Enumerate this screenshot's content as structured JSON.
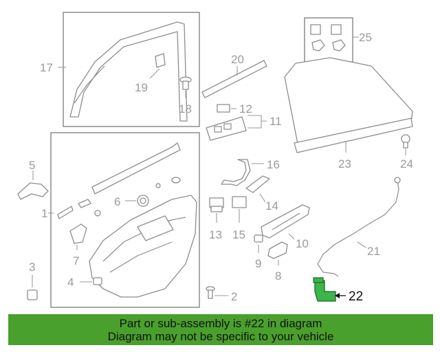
{
  "labels": {
    "p1": "1",
    "p2": "2",
    "p3": "3",
    "p4": "4",
    "p5": "5",
    "p6": "6",
    "p7": "7",
    "p8": "8",
    "p9": "9",
    "p10": "10",
    "p11": "11",
    "p12": "12",
    "p13": "13",
    "p14": "14",
    "p15": "15",
    "p16": "16",
    "p17": "17",
    "p18": "18",
    "p19": "19",
    "p20": "20",
    "p21": "21",
    "p22": "22",
    "p23": "23",
    "p24": "24",
    "p25": "25"
  },
  "highlight": {
    "part": "22",
    "color": "#3cb54a"
  },
  "banner": {
    "line1": "Part or sub-assembly is #22 in diagram",
    "line2": "Diagram may not be specific to your vehicle",
    "color": "#4aa02c"
  }
}
